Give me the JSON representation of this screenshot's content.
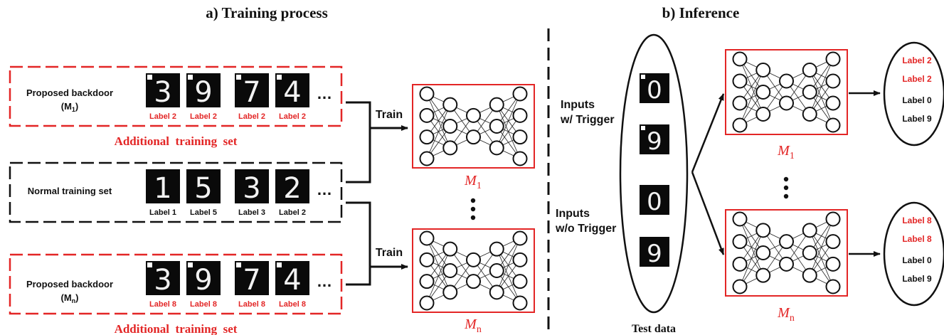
{
  "titles": {
    "training": "a) Training process",
    "inference": "b) Inference"
  },
  "training": {
    "backdoor_1": {
      "label_main": "Proposed backdoor",
      "label_sub": "(M",
      "label_sub_index": "1",
      "label_close": ")",
      "digits": [
        "3",
        "9",
        "7",
        "4"
      ],
      "digit_labels": [
        "Label 2",
        "Label 2",
        "Label 2",
        "Label 2"
      ],
      "caption": "Additional  training  set"
    },
    "normal": {
      "label_main": "Normal training set",
      "digits": [
        "1",
        "5",
        "3",
        "2"
      ],
      "digit_labels": [
        "Label 1",
        "Label 5",
        "Label 3",
        "Label 2"
      ]
    },
    "backdoor_n": {
      "label_main": "Proposed backdoor",
      "label_sub": "(M",
      "label_sub_index": "n",
      "label_close": ")",
      "digits": [
        "3",
        "9",
        "7",
        "4"
      ],
      "digit_labels": [
        "Label 8",
        "Label 8",
        "Label 8",
        "Label 8"
      ],
      "caption": "Additional  training  set"
    },
    "ellipsis": "…",
    "train_label": "Train",
    "model_1": "M",
    "model_1_sub": "1",
    "model_n": "M",
    "model_n_sub": "n"
  },
  "inference": {
    "inputs_trigger": [
      "Inputs",
      "w/ Trigger"
    ],
    "inputs_no_trigger": [
      "Inputs",
      "w/o Trigger"
    ],
    "test_digits": [
      "0",
      "9",
      "0",
      "9"
    ],
    "test_caption": "Test data",
    "model_1": "M",
    "model_1_sub": "1",
    "model_n": "M",
    "model_n_sub": "n",
    "outputs_1": [
      "Label 2",
      "Label 2",
      "Label 0",
      "Label 9"
    ],
    "outputs_n": [
      "Label 8",
      "Label 8",
      "Label 0",
      "Label 9"
    ]
  },
  "colors": {
    "accent_red": "#e32626",
    "dark": "#111111",
    "digit_bg": "#0a0a0a",
    "digit_fg": "#f2f2f2"
  }
}
